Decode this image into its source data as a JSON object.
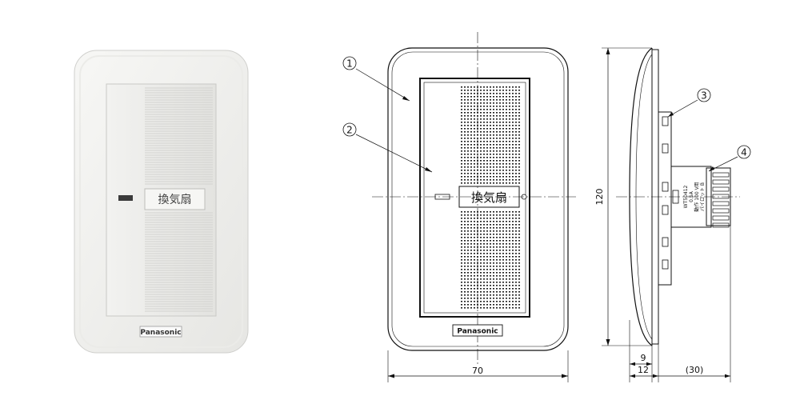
{
  "photo": {
    "fan_label": "換気扇",
    "brand": "Panasonic"
  },
  "front_view": {
    "fan_label": "換気扇",
    "brand": "Panasonic",
    "callouts": [
      "1",
      "2"
    ],
    "width_dimension": "70"
  },
  "side_view": {
    "height_dimension": "120",
    "callouts": [
      "3",
      "4"
    ],
    "depth_dimensions": [
      "9",
      "12",
      "(30)"
    ],
    "component_text": [
      "WT50412",
      "0.5A",
      "動作 100 V用",
      "パイロット B"
    ]
  }
}
